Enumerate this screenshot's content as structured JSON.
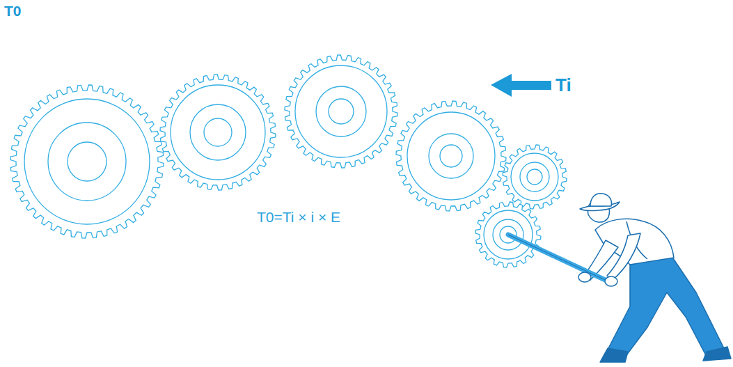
{
  "diagram": {
    "labels": [
      "T0",
      "Ti",
      "T0=Ti × i × E"
    ]
  }
}
